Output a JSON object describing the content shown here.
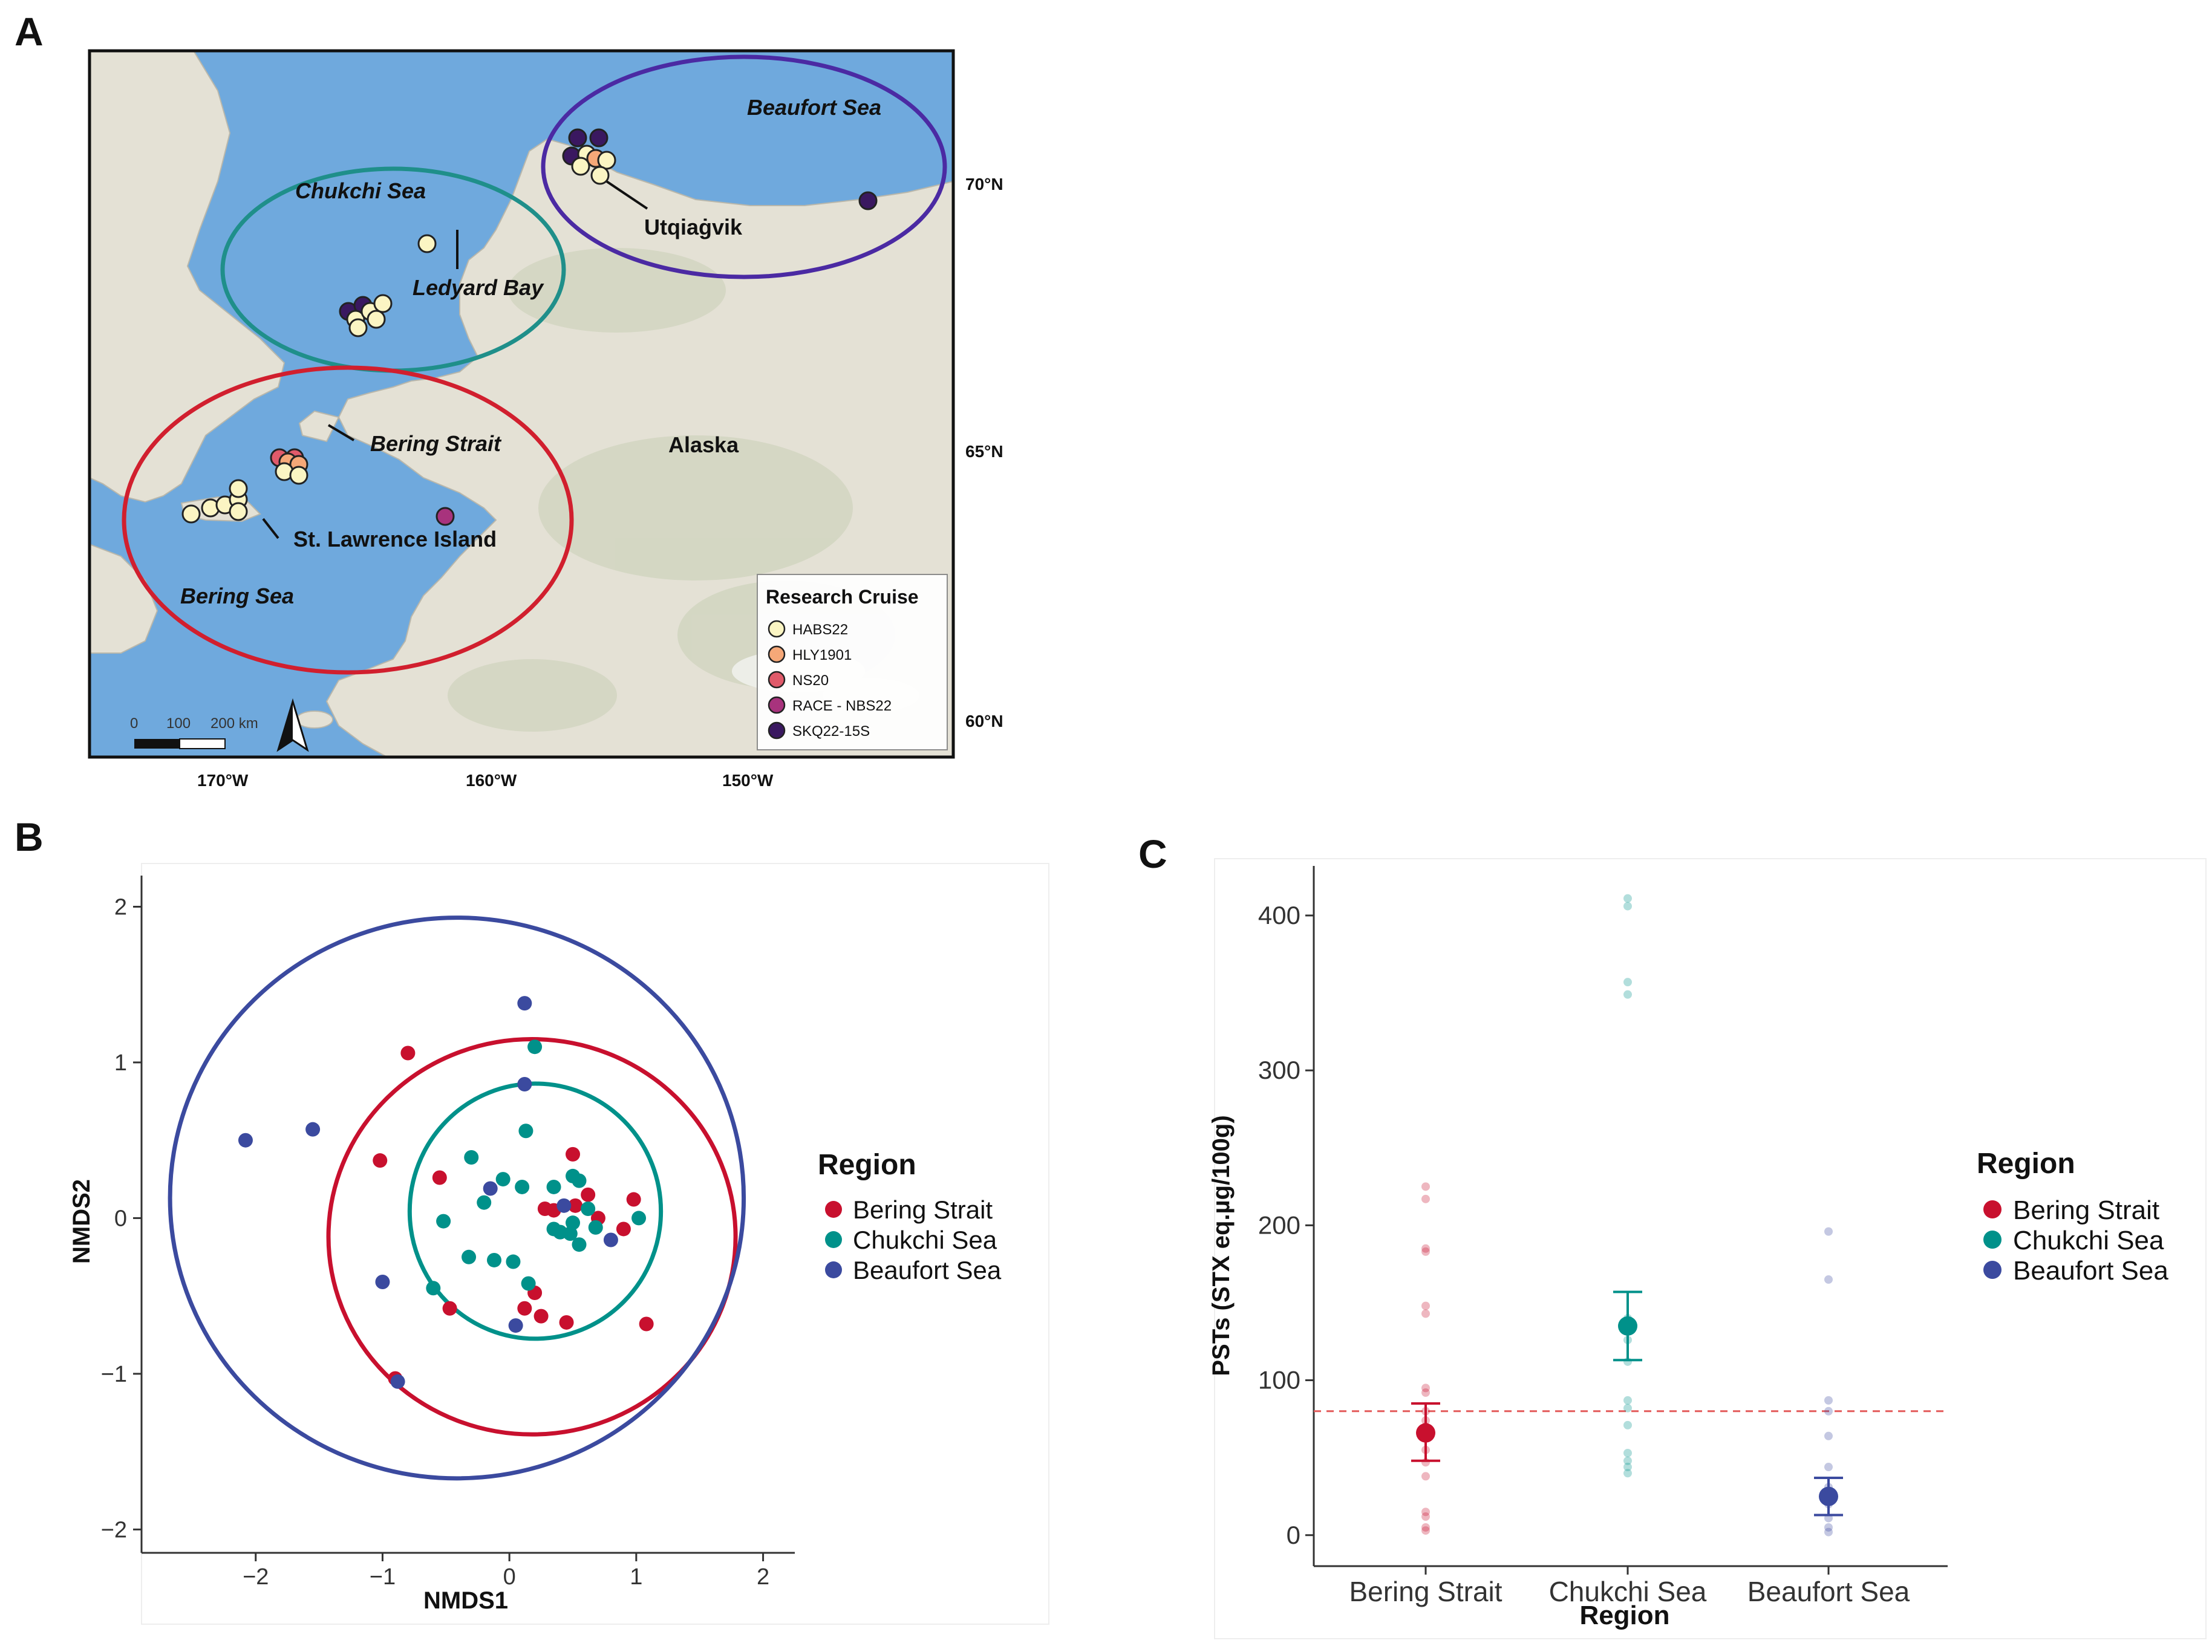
{
  "panels": {
    "a": "A",
    "b": "B",
    "c": "C"
  },
  "map": {
    "region_labels": {
      "beaufort": "Beaufort Sea",
      "chukchi": "Chukchi Sea",
      "ledyard": "Ledyard Bay",
      "utqiagvik": "Utqiaġvik",
      "bering_strait": "Bering Strait",
      "alaska": "Alaska",
      "st_lawrence": "St. Lawrence Island",
      "bering_sea": "Bering Sea"
    },
    "lat_labels": [
      "70°N",
      "65°N",
      "60°N"
    ],
    "lon_labels": [
      "170°W",
      "160°W",
      "150°W"
    ],
    "scale": {
      "l0": "0",
      "l1": "100",
      "l2": "200 km"
    },
    "legend": {
      "title": "Research Cruise",
      "items": [
        {
          "label": "HABS22",
          "color": "#fbf5c3"
        },
        {
          "label": "HLY1901",
          "color": "#f6a878"
        },
        {
          "label": "NS20",
          "color": "#e05a6a"
        },
        {
          "label": "RACE - NBS22",
          "color": "#a8337d"
        },
        {
          "label": "SKQ22-15S",
          "color": "#3a1860"
        }
      ]
    },
    "colors": {
      "water": "#6fa9dd",
      "land": "#e6e2d6",
      "chukchi_ellipse": "#1f8f8a",
      "beaufort_ellipse": "#4b2aa3",
      "bering_ellipse": "#d11f2e"
    }
  },
  "chart_data": [
    {
      "type": "scatter",
      "panel": "B",
      "xlabel": "NMDS1",
      "ylabel": "NMDS2",
      "xticks": [
        "−2",
        "−1",
        "0",
        "1",
        "2"
      ],
      "yticks": [
        "2",
        "1",
        "0",
        "−1",
        "−2"
      ],
      "xlim": [
        -2.9,
        2.25
      ],
      "ylim": [
        -2.15,
        2.2
      ],
      "legend": {
        "title": "Region",
        "position": "right"
      },
      "series": [
        {
          "name": "Bering Strait",
          "color": "#c8102e",
          "x": [
            -0.8,
            -1.02,
            -0.55,
            0.5,
            0.62,
            0.98,
            -0.9,
            0.28,
            0.35,
            0.52,
            0.7,
            0.9,
            0.2,
            0.12,
            0.25,
            0.45,
            1.08,
            -0.47
          ],
          "y": [
            1.06,
            0.37,
            0.26,
            0.41,
            0.15,
            0.12,
            -1.03,
            0.06,
            0.05,
            0.08,
            0.0,
            -0.07,
            -0.48,
            -0.58,
            -0.63,
            -0.67,
            -0.68,
            -0.58
          ]
        },
        {
          "name": "Chukchi Sea",
          "color": "#00918a",
          "x": [
            0.2,
            0.13,
            -0.3,
            -0.2,
            -0.05,
            0.1,
            0.35,
            0.5,
            0.55,
            0.62,
            0.4,
            0.5,
            0.68,
            1.02,
            -0.52,
            -0.32,
            -0.12,
            0.03,
            0.48,
            0.35,
            0.55,
            0.15,
            -0.6,
            0.4
          ],
          "y": [
            1.1,
            0.56,
            0.39,
            0.1,
            0.25,
            0.2,
            0.2,
            0.27,
            0.24,
            0.06,
            -0.09,
            -0.03,
            -0.06,
            0.0,
            -0.02,
            -0.25,
            -0.27,
            -0.28,
            -0.1,
            -0.07,
            -0.17,
            -0.42,
            -0.45,
            -0.09
          ]
        },
        {
          "name": "Beaufort Sea",
          "color": "#3b4a9f",
          "x": [
            0.12,
            0.12,
            -2.08,
            -1.55,
            -0.15,
            0.43,
            0.8,
            -1.0,
            -0.88,
            0.05
          ],
          "y": [
            1.38,
            0.86,
            0.5,
            0.57,
            0.19,
            0.08,
            -0.14,
            -0.41,
            -1.05,
            -0.69
          ]
        }
      ]
    },
    {
      "type": "scatter",
      "panel": "C",
      "xlabel": "Region",
      "ylabel": "PSTs (STX eq.µg/100g)",
      "categories": [
        "Bering Strait",
        "Chukchi Sea",
        "Beaufort Sea"
      ],
      "yticks": [
        "400",
        "300",
        "200",
        "100",
        "0"
      ],
      "ylim": [
        -20,
        432
      ],
      "reference_line": 80,
      "legend": {
        "title": "Region",
        "position": "right"
      },
      "series": [
        {
          "name": "Bering Strait",
          "color": "#c8102e",
          "mean": 66,
          "error": [
            48,
            85
          ],
          "points": [
            225,
            217,
            185,
            183,
            148,
            143,
            95,
            92,
            80,
            74,
            70,
            55,
            47,
            38,
            15,
            12,
            5,
            3
          ]
        },
        {
          "name": "Chukchi Sea",
          "color": "#00918a",
          "mean": 135,
          "error": [
            113,
            157
          ],
          "points": [
            411,
            406,
            357,
            349,
            140,
            132,
            126,
            112,
            87,
            82,
            71,
            53,
            48,
            44,
            40
          ]
        },
        {
          "name": "Beaufort Sea",
          "color": "#3b4a9f",
          "mean": 25,
          "error": [
            13,
            37
          ],
          "points": [
            196,
            165,
            87,
            80,
            64,
            44,
            31,
            20,
            11,
            5,
            2
          ]
        }
      ]
    }
  ]
}
